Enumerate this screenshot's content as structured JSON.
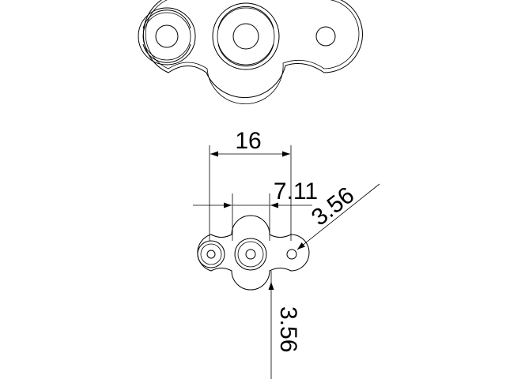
{
  "drawing": {
    "dimensions": {
      "pitch": "16",
      "inner_width": "7.11",
      "hole_diameter": "3.56",
      "hole_diameter_vertical": "3.56"
    }
  }
}
